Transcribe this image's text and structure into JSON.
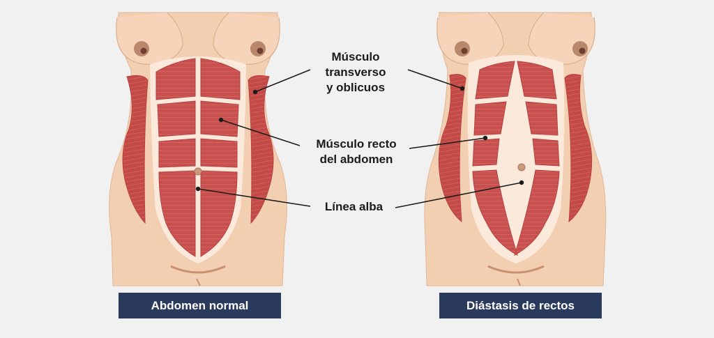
{
  "labels": {
    "oblique": [
      "Músculo",
      "transverso",
      "y oblicuos"
    ],
    "rectus": [
      "Músculo recto",
      "del abdomen"
    ],
    "linea_alba": "Línea alba"
  },
  "captions": {
    "left": "Abdomen normal",
    "right": "Diástasis de rectos"
  },
  "colors": {
    "background": "#f1f1f1",
    "skin": "#f3cfb2",
    "skin_outline": "#d9a98a",
    "muscle": "#c8504f",
    "muscle_stripe": "#d97a72",
    "pad": "#fbe9dc",
    "caption_bg": "#2a3a5c",
    "line": "#1b1b1b"
  }
}
